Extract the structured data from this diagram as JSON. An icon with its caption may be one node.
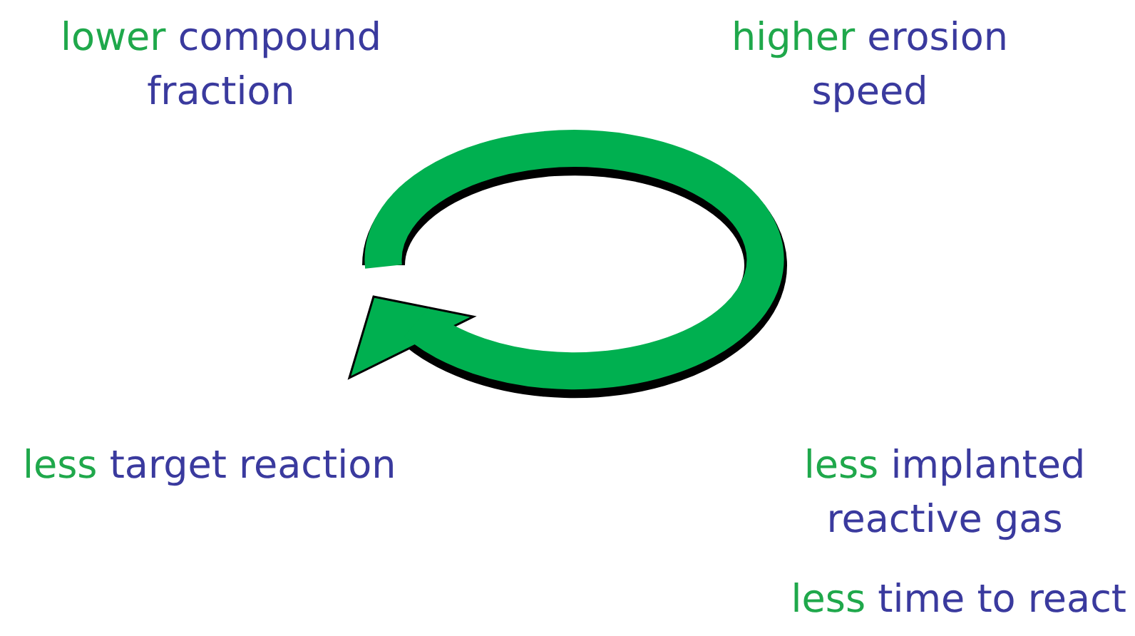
{
  "diagram": {
    "labels": [
      "lower compound fraction",
      "higher erosion speed",
      "less target reaction",
      "less implanted reactive gas",
      "less time to react"
    ]
  }
}
